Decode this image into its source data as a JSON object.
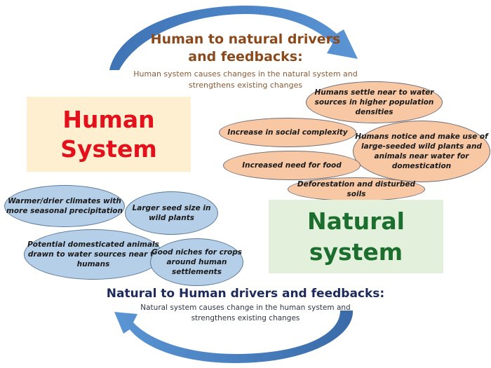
{
  "top_feedback": {
    "title": "Human to natural drivers\nand feedbacks:",
    "subtitle": "Human system causes changes in the natural system and\nstrengthens existing changes"
  },
  "human_system": {
    "label": "Human\nSystem"
  },
  "natural_system": {
    "label": "Natural\nsystem"
  },
  "human_to_natural_effects": [
    {
      "text": "Humans settle near to water\nsources in higher population\ndensities"
    },
    {
      "text": "Increase in social complexity"
    },
    {
      "text": "Humans notice and make use of\nlarge-seeded wild plants and\nanimals near water for\ndomestication"
    },
    {
      "text": "Increased need for food"
    },
    {
      "text": "Deforestation and disturbed soils"
    }
  ],
  "natural_to_human_effects": [
    {
      "text": "Warmer/drier climates with\nmore seasonal precipitation"
    },
    {
      "text": "Larger  seed size in\nwild plants"
    },
    {
      "text": "Potential domesticated animals\ndrawn to water sources near to\nhumans"
    },
    {
      "text": "Good niches for crops\naround human\nsettlements"
    }
  ],
  "bottom_feedback": {
    "title": "Natural to Human drivers and feedbacks:",
    "subtitle": "Natural system causes change in the human system and\nstrengthens existing changes"
  },
  "colors": {
    "arrow": "#4f86c6",
    "human_text": "#e3111b",
    "human_box": "#fdefd0",
    "natural_text": "#1b6e2d",
    "natural_box": "#e3f0dc",
    "orange_ellipse": "#f8c8a4",
    "blue_ellipse": "#b5cfe8",
    "top_title": "#8a4a1c",
    "bottom_title": "#1c2a5c"
  },
  "icons": {
    "top_arrow": "curved-arrow-right",
    "bottom_arrow": "curved-arrow-left"
  }
}
